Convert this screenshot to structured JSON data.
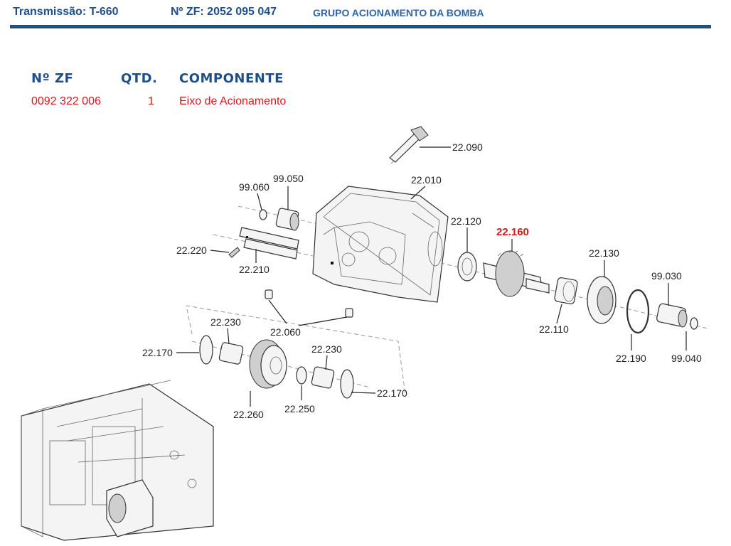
{
  "header": {
    "transmission": "Transmissão: T-660",
    "zf_number": "Nº ZF: 2052 095 047",
    "group": "GRUPO ACIONAMENTO DA BOMBA"
  },
  "table": {
    "col_zf": "Nº ZF",
    "col_qtd": "QTD.",
    "col_component": "COMPONENTE",
    "row": {
      "zf": "0092 322 006",
      "qtd": "1",
      "component": "Eixo de Acionamento"
    }
  },
  "callouts": {
    "p22090": "22.090",
    "p22010": "22.010",
    "p99050": "99.050",
    "p99060": "99.060",
    "p22220": "22.220",
    "p22210": "22.210",
    "p22120": "22.120",
    "p22160": "22.160",
    "p22130": "22.130",
    "p99030": "99.030",
    "p22110": "22.110",
    "p22060": "22.060",
    "p22230a": "22.230",
    "p22170a": "22.170",
    "p22230b": "22.230",
    "p22260": "22.260",
    "p22250": "22.250",
    "p22170b": "22.170",
    "p22190": "22.190",
    "p99040": "99.040"
  },
  "colors": {
    "brand": "#1f4f8a",
    "highlight": "#e2141b"
  }
}
